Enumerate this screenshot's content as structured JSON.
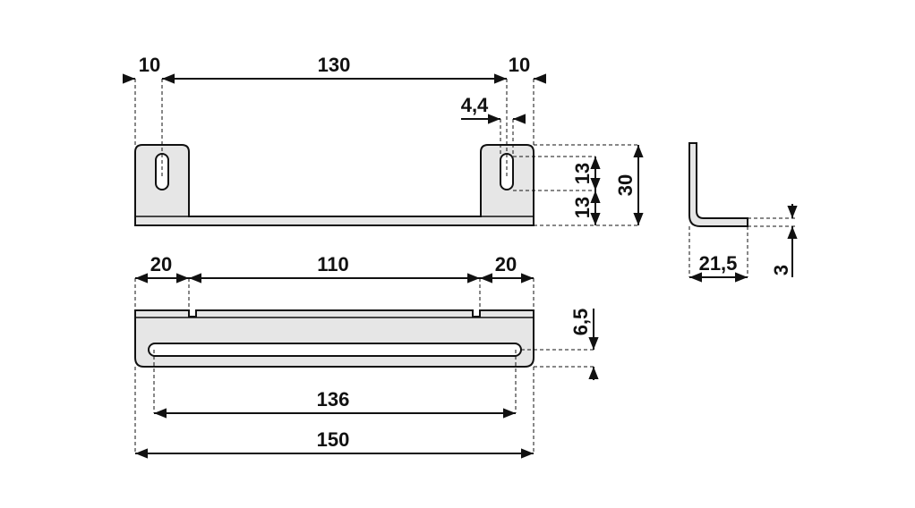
{
  "drawing": {
    "front_view": {
      "dim_left_margin": "10",
      "dim_hole_spacing": "130",
      "dim_right_margin": "10",
      "dim_slot_width": "4,4",
      "dim_slot_length": "13",
      "dim_slot_bottom": "13",
      "dim_height": "30"
    },
    "top_view": {
      "dim_left_tab": "20",
      "dim_middle": "110",
      "dim_right_tab": "20",
      "dim_slot_offset": "6,5",
      "dim_slot_length": "136",
      "dim_total_length": "150"
    },
    "side_view": {
      "dim_depth": "21,5",
      "dim_thickness": "3"
    }
  }
}
